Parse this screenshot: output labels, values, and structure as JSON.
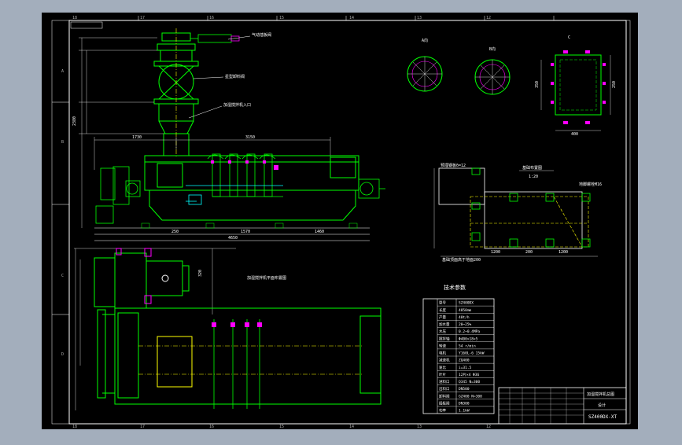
{
  "frame": {
    "top_zone_numbers": [
      "18",
      "17",
      "16",
      "15",
      "14",
      "13",
      "12"
    ],
    "bottom_zone_numbers": [
      "18",
      "17",
      "16",
      "15",
      "14",
      "13",
      "12"
    ],
    "left_zone_letters": [
      "A",
      "B",
      "C",
      "D"
    ]
  },
  "callouts": {
    "actuator": "气动插板阀",
    "rotary_valve": "星型卸料阀",
    "mixer_inlet": "加湿搅拌机入口"
  },
  "elevation_dims": {
    "top_span_left": "1730",
    "top_span_right": "3150",
    "base_left": "250",
    "base_mid": "1570",
    "base_right": "1460",
    "overall": "4650",
    "height": "2380"
  },
  "plan_view_title": "加湿搅拌机平面布置图",
  "plan_dims": {
    "width": "320"
  },
  "detail_views": {
    "view_a": "A向",
    "view_b": "B向",
    "view_c": "C",
    "view_c_sizes": [
      "400",
      "250",
      "350"
    ]
  },
  "foundation_view": {
    "title": "基础布置图",
    "scale_note": "1:20",
    "annotation_1": "预埋钢板δ=12",
    "annotation_2": "地脚螺栓M16",
    "bottom_note": "基础顶面高于地面200",
    "dims": [
      "1200",
      "200",
      "1200"
    ]
  },
  "params_title": "技术参数",
  "param_table": [
    [
      "型号",
      "SZ400DX"
    ],
    [
      "长度",
      "4850mm"
    ],
    [
      "产量",
      "40t/h"
    ],
    [
      "加水量",
      "20~25%"
    ],
    [
      "水压",
      "0.2~0.4MPa"
    ],
    [
      "搅拌轴",
      "Φ400×18×5"
    ],
    [
      "转速",
      "54 r/min"
    ],
    [
      "电机",
      "Y160L-6 15kW"
    ],
    [
      "减速机",
      "ZQ400"
    ],
    [
      "速比",
      "i=31.5"
    ],
    [
      "叶片",
      "12片×4 Φ36"
    ],
    [
      "进料口",
      "Q345 N=300"
    ],
    [
      "出料口",
      "DN500"
    ],
    [
      "卸料阀",
      "GZ400 N=300"
    ],
    [
      "插板阀",
      "DN300"
    ],
    [
      "功率",
      "1.1kW"
    ]
  ],
  "title_block": {
    "drawing_title": "加湿搅拌机总图",
    "designer": "设计",
    "drawing_number": "SZ400DX-XT"
  }
}
